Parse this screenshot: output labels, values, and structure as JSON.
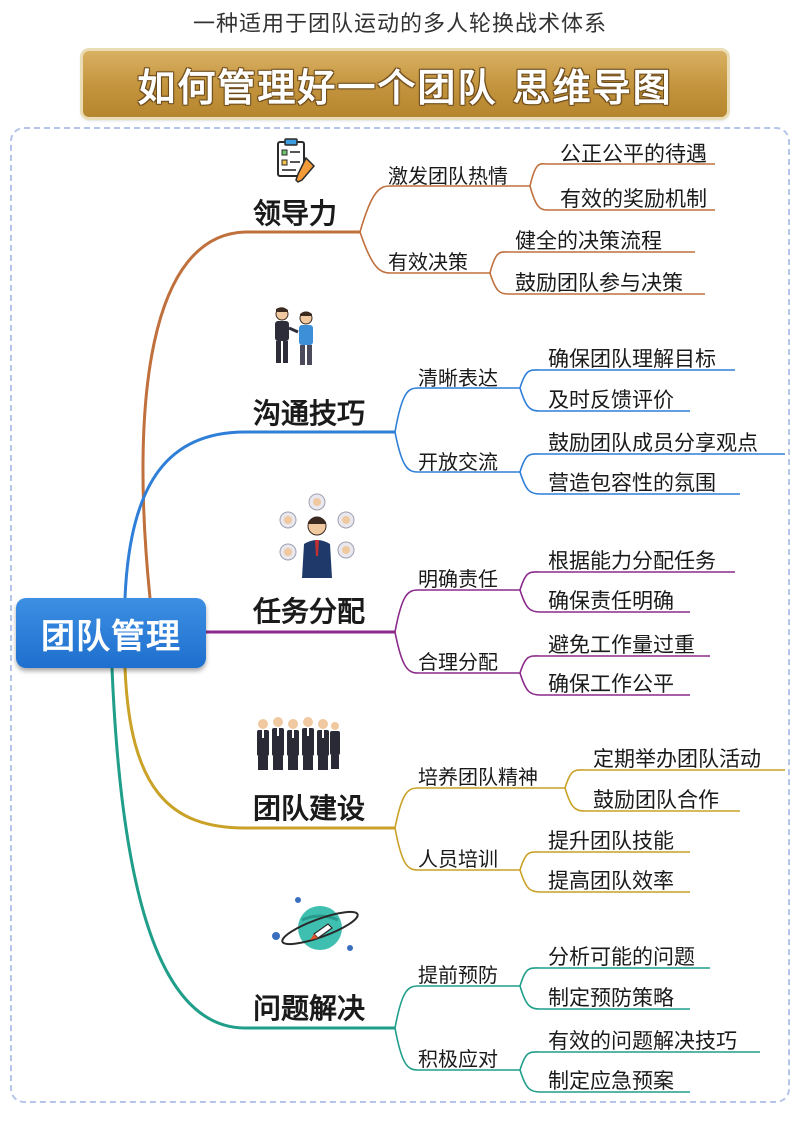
{
  "caption": "一种适用于团队运动的多人轮换战术体系",
  "banner": {
    "title": "如何管理好一个团队  思维导图"
  },
  "root": {
    "label": "团队管理"
  },
  "branches": [
    {
      "label": "领导力",
      "icon": "checklist-pencil-icon",
      "color": "#c0703d",
      "subs": [
        {
          "label": "激发团队热情",
          "leaves": [
            "公正公平的待遇",
            "有效的奖励机制"
          ]
        },
        {
          "label": "有效决策",
          "leaves": [
            "健全的决策流程",
            "鼓励团队参与决策"
          ]
        }
      ]
    },
    {
      "label": "沟通技巧",
      "icon": "two-people-talking-icon",
      "color": "#2f7fd8",
      "subs": [
        {
          "label": "清晰表达",
          "leaves": [
            "确保团队理解目标",
            "及时反馈评价"
          ]
        },
        {
          "label": "开放交流",
          "leaves": [
            "鼓励团队成员分享观点",
            "营造包容性的氛围"
          ]
        }
      ]
    },
    {
      "label": "任务分配",
      "icon": "team-network-icon",
      "color": "#8a2a8a",
      "subs": [
        {
          "label": "明确责任",
          "leaves": [
            "根据能力分配任务",
            "确保责任明确"
          ]
        },
        {
          "label": "合理分配",
          "leaves": [
            "避免工作量过重",
            "确保工作公平"
          ]
        }
      ]
    },
    {
      "label": "团队建设",
      "icon": "business-team-icon",
      "color": "#c9a227",
      "subs": [
        {
          "label": "培养团队精神",
          "leaves": [
            "定期举办团队活动",
            "鼓励团队合作"
          ]
        },
        {
          "label": "人员培训",
          "leaves": [
            "提升团队技能",
            "提高团队效率"
          ]
        }
      ]
    },
    {
      "label": "问题解决",
      "icon": "planet-rocket-icon",
      "color": "#1f9e8a",
      "subs": [
        {
          "label": "提前预防",
          "leaves": [
            "分析可能的问题",
            "制定预防策略"
          ]
        },
        {
          "label": "积极应对",
          "leaves": [
            "有效的问题解决技巧",
            "制定应急预案"
          ]
        }
      ]
    }
  ]
}
